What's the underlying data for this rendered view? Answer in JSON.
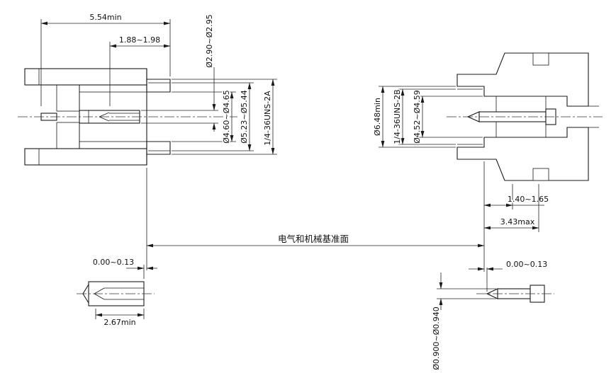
{
  "drawing": {
    "background": "#ffffff",
    "line_color": "#1a1a1a",
    "datum": {
      "label": "电气和机械基准面"
    },
    "left_view": {
      "overall_min": "5.54min",
      "contact_setback": "1.88~1.98",
      "contact_od": "Ø2.90~Ø2.95",
      "recess_id": "Ø4.60~Ø4.65",
      "thread_minor": "Ø5.23~Ø5.44",
      "thread_spec": "1/4-36UNS-2A"
    },
    "right_view": {
      "bore_min": "Ø6.48min",
      "thread_spec": "1/4-36UNS-2B",
      "inner_bore": "Ø4.52~Ø4.59",
      "front_recess": "1.40~1.65",
      "depth_max": "3.43max"
    },
    "socket_detail": {
      "face_offset": "0.00~0.13",
      "slot_depth": "2.67min"
    },
    "pin_detail": {
      "tip_offset": "0.00~0.13",
      "pin_diameter": "Ø0.900~Ø0.940"
    }
  }
}
